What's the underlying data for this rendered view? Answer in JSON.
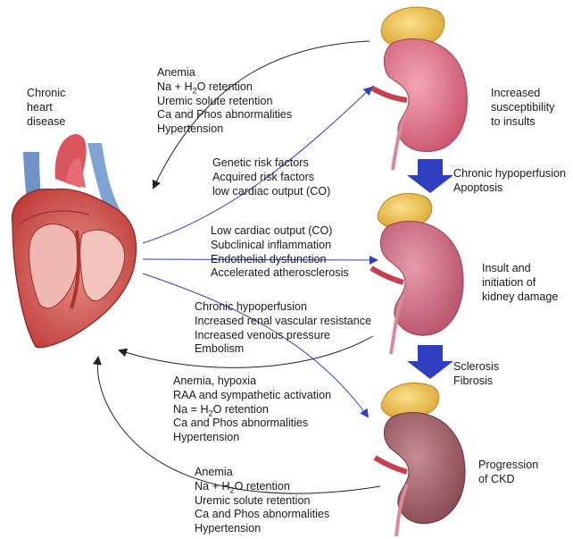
{
  "organ_labels": {
    "heart": [
      "Chronic",
      "heart",
      "disease"
    ],
    "kidney_top": [
      "Increased",
      "susceptibility",
      "to insults"
    ],
    "kidney_mid": [
      "Insult and",
      "initiation of",
      "kidney damage"
    ],
    "kidney_bottom": [
      "Progression",
      "of CKD"
    ]
  },
  "transitions": {
    "first": [
      "Chronic hypoperfusion",
      "Apoptosis"
    ],
    "second": [
      "Sclerosis",
      "Fibrosis"
    ]
  },
  "factor_lists": {
    "kidney_to_heart_top": {
      "anemia": "Anemia",
      "na_pre": "Na + H",
      "na_sub": "2",
      "na_post": "O retention",
      "uremic": "Uremic solute retention",
      "ca": "Ca and Phos abnormalities",
      "htn": "Hypertension"
    },
    "heart_to_kidney_risk": [
      "Genetic risk factors",
      "Acquired risk factors",
      "low cardiac output (CO)"
    ],
    "heart_to_kidney_mid": [
      "Low cardiac output (CO)",
      "Subclinical inflammation",
      "Endothelial dysfunction",
      "Accelerated atherosclerosis"
    ],
    "heart_to_kidney_low": [
      "Chronic hypoperfusion",
      "Increased renal vascular resistance",
      "Increased venous pressure",
      "Embolism"
    ],
    "kidney_to_heart_mid": {
      "anemia": "Anemia, hypoxia",
      "raa": "RAA and sympathetic activation",
      "na_pre": "Na = H",
      "na_sub": "2",
      "na_post": "O retention",
      "ca": "Ca and Phos abnormalities",
      "htn": "Hypertension"
    },
    "kidney_to_heart_bottom": {
      "anemia": "Anemia",
      "na_pre": "Na + H",
      "na_sub": "2",
      "na_post": "O retention",
      "uremic": "Uremic solute retention",
      "ca": "Ca and Phos abnormalities",
      "htn": "Hypertension"
    }
  },
  "colors": {
    "blue_arrow": "#2f3fbf",
    "dark_arrow": "#222222",
    "kidney_healthy": "#d5607a",
    "kidney_damaged": "#a25a63",
    "adrenal": "#e9b53f",
    "heart_muscle": "#c9403a",
    "heart_aorta": "#e46a73",
    "vessel_blue": "#6f93c8"
  }
}
